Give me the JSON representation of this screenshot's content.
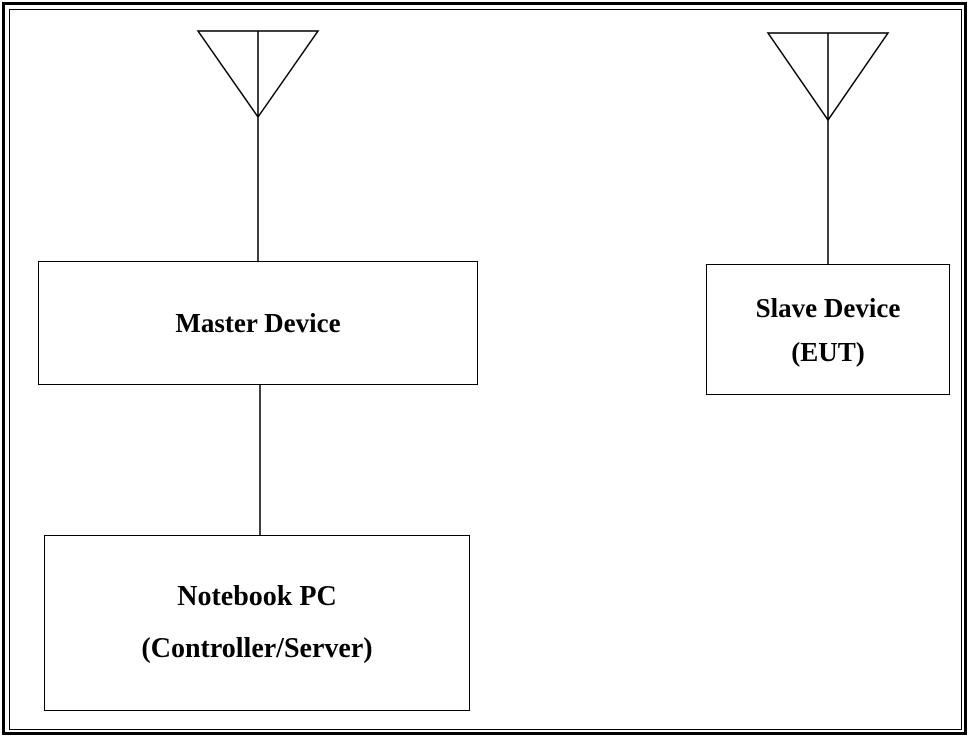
{
  "diagram": {
    "master_device": {
      "label": "Master Device"
    },
    "slave_device": {
      "line1": "Slave Device",
      "line2": "(EUT)"
    },
    "notebook_pc": {
      "line1": "Notebook PC",
      "line2": "(Controller/Server)"
    }
  },
  "colors": {
    "stroke": "#000000",
    "background": "#ffffff"
  },
  "icons": [
    "antenna-icon",
    "antenna-icon"
  ]
}
